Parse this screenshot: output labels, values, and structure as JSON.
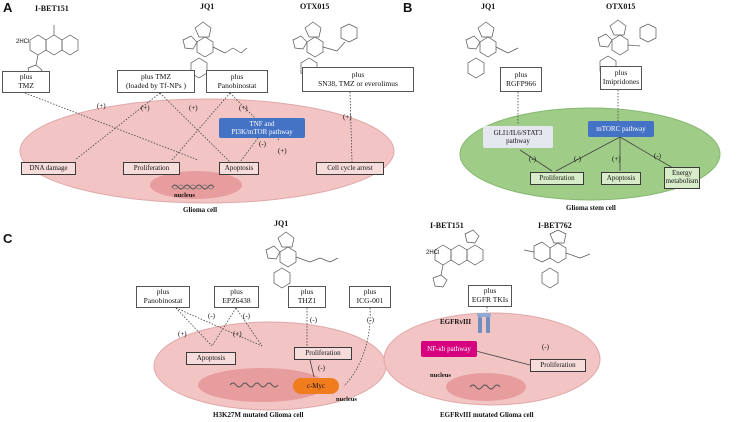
{
  "panels": {
    "a": "A",
    "b": "B",
    "c": "C"
  },
  "drugs_a": {
    "ibet151": "I-BET151",
    "jq1": "JQ1",
    "otx015": "OTX015"
  },
  "drugs_b": {
    "jq1": "JQ1",
    "otx015": "OTX015"
  },
  "drugs_c": {
    "jq1": "JQ1",
    "ibet151": "I-BET151",
    "ibet762": "I-BET762"
  },
  "struct_text": {
    "hcl": "2HCl"
  },
  "box_a": {
    "tmz": [
      "plus",
      "TMZ"
    ],
    "tmz_np": [
      "plus TMZ",
      "(loaded by  Tf-NPs )"
    ],
    "pano": [
      "plus",
      "Panobinostat"
    ],
    "sn38": [
      "plus",
      "SN38, TMZ or everolimus"
    ]
  },
  "pathway_a": [
    "TNF and",
    "PI3K/mTOR pathway"
  ],
  "outcomes_a": {
    "dna": "DNA damage",
    "prolif": "Proliferation",
    "apop": "Apoptosis",
    "cycle": "Cell cycle arrest"
  },
  "signs_a": {
    "s1": "(+)",
    "s2": "(+)",
    "s3": "(+)",
    "s4": "(+)",
    "s5": "(-)",
    "s6": "(+)",
    "s7": "(+)"
  },
  "cell_a": {
    "nucleus": "nucleus",
    "caption": "Glioma cell"
  },
  "box_b": {
    "rgfp": [
      "plus",
      "RGFP966"
    ],
    "imip": [
      "plus",
      "Imipridones"
    ]
  },
  "pathway_b": {
    "gli": [
      "GLI1/IL6/STAT3",
      "pathway"
    ],
    "mtorc": "mTORC pathway"
  },
  "outcomes_b": {
    "prolif": "Proliferation",
    "apop": "Apoptosis",
    "energy": [
      "Energy",
      "metabolism"
    ]
  },
  "signs_b": {
    "s1": "(-)",
    "s2": "(-)",
    "s3": "(+)",
    "s4": "(-)"
  },
  "cell_b": {
    "caption": "Glioma stem cell"
  },
  "box_c": {
    "pano": [
      "plus",
      "Panobinostat"
    ],
    "epz": [
      "plus",
      "EPZ6438"
    ],
    "thz": [
      "plus",
      "THZ1"
    ],
    "icg": [
      "plus",
      "ICG-001"
    ],
    "egfr": [
      "plus",
      "EGFR TKIs"
    ]
  },
  "labels_c": {
    "egfrviii": "EGFRvIII",
    "nfkb": "NF-κb pathway",
    "cmyc": "c-Myc",
    "nucleus1": "nucleus",
    "nucleus2": "nucleus"
  },
  "outcomes_c": {
    "apop": "Apoptosis",
    "prolif1": "Proliferation",
    "prolif2": "Proliferation"
  },
  "signs_c": {
    "s1": "(-)",
    "s2": "(-)",
    "s3": "(-)",
    "s4": "(-)",
    "s5": "(+)",
    "s6": "(+)",
    "s7": "(-)",
    "s8": "(-)"
  },
  "cell_c": {
    "caption1": "H3K27M mutated Glioma cell",
    "caption2": "EGFRvIII mutated Glioma cell"
  },
  "colors": {
    "pink_cell": "#f2c4c4",
    "pink_nucleus": "#e79d9d",
    "green_cell": "#9fcd88",
    "pathway_blue": "#4472c4",
    "nfkb_magenta": "#d6007e",
    "cmyc_orange": "#f07c1e",
    "egfr_blue": "#6f8fc2"
  }
}
